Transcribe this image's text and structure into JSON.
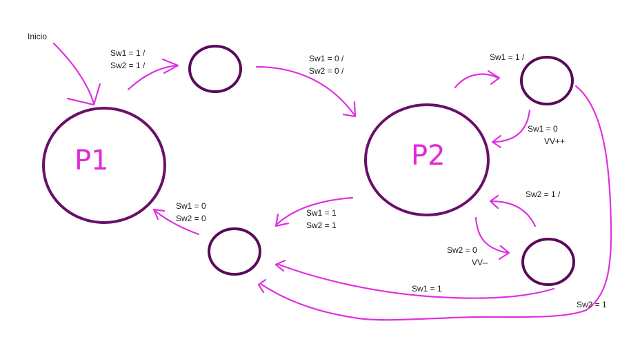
{
  "colors": {
    "arrow": "#e030e0",
    "state_outline": "#5a0a5a",
    "state_outline_large": "#6a0f6a",
    "big_label": "#e028d8",
    "text": "#1a1a1a"
  },
  "start_label": "Inicio",
  "states": {
    "p1": {
      "label": "P1"
    },
    "p2": {
      "label": "P2"
    }
  },
  "transitions": {
    "p1_to_top": {
      "line1": "Sw1 = 1 /",
      "line2": "Sw2 = 1 /"
    },
    "top_to_p2": {
      "line1": "Sw1 = 0 /",
      "line2": "Sw2 = 0 /"
    },
    "p2_to_right_top": {
      "line1": "Sw1 = 1 /"
    },
    "right_top_to_p2": {
      "line1": "Sw1 = 0",
      "line2": "VV++"
    },
    "right_bottom_to_p2": {
      "line1": "Sw2 = 1 /"
    },
    "p2_to_right_bottom": {
      "line1": "Sw2 = 0",
      "line2": "VV--"
    },
    "p2_to_bottom": {
      "line1": "Sw1 = 1",
      "line2": "Sw2 = 1"
    },
    "bottom_to_p1": {
      "line1": "Sw1 = 0",
      "line2": "Sw2 = 0"
    },
    "right_bottom_to_bottom": {
      "line1": "Sw1 = 1"
    },
    "right_top_to_bottom": {
      "line1": "Sw2 = 1"
    }
  }
}
